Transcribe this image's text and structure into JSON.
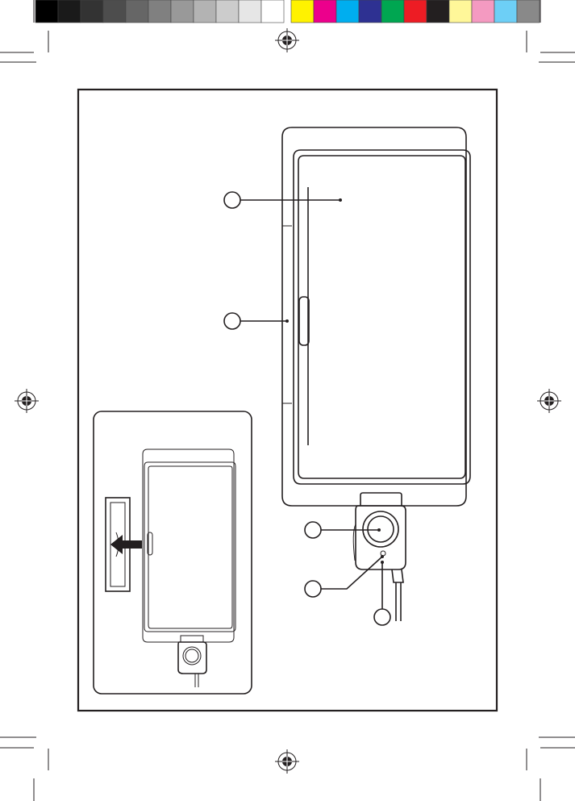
{
  "colors": {
    "ink": "#231f20",
    "gray_bar": [
      "#000000",
      "#1a1a1a",
      "#333333",
      "#4d4d4d",
      "#666666",
      "#808080",
      "#999999",
      "#b3b3b3",
      "#cccccc",
      "#e6e6e6",
      "#ffffff"
    ],
    "color_bar": [
      "#fff200",
      "#ec008c",
      "#00aeef",
      "#2e3192",
      "#00a651",
      "#ed1c24",
      "#231f20",
      "#fff799",
      "#f49ac1",
      "#6dcff6",
      "#898989"
    ]
  },
  "callouts": [
    {
      "name": "callout-1",
      "label": ""
    },
    {
      "name": "callout-2",
      "label": ""
    },
    {
      "name": "callout-3",
      "label": ""
    },
    {
      "name": "callout-4",
      "label": ""
    },
    {
      "name": "callout-5",
      "label": ""
    }
  ],
  "icons": {
    "registration_mark": "registration-mark-icon",
    "arrow": "left-arrow-icon"
  }
}
